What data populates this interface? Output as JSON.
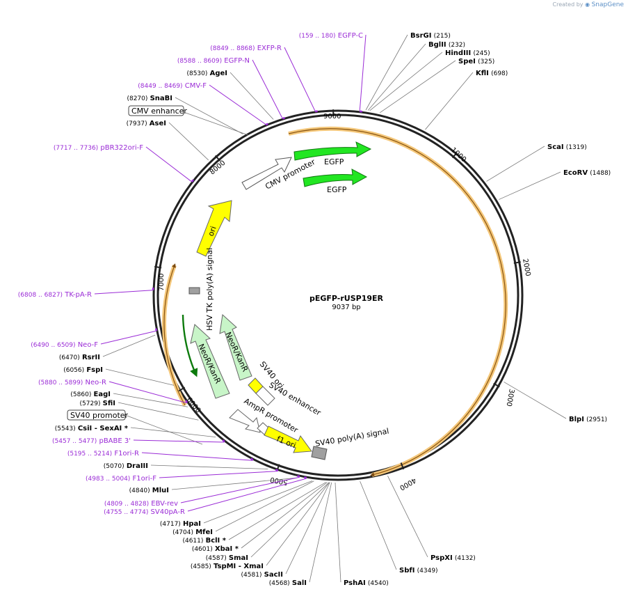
{
  "header": {
    "created_by": "Created by",
    "brand": "SnapGene"
  },
  "plasmid": {
    "name": "pEGFP-rUSP19ER",
    "length": 9037,
    "length_label": "9037 bp"
  },
  "colors": {
    "backbone": "#222222",
    "feature_highlight": "#f4c77a",
    "primer": "#9a2bd6",
    "enzyme_line": "#777777",
    "egfp": "#22e622",
    "ori": "#ffff00",
    "neo": "#c8f5c8",
    "promoter": "#ffffff",
    "polya": "#a0a0a0"
  },
  "ticks": [
    {
      "bp": 1000,
      "label": "1000"
    },
    {
      "bp": 2000,
      "label": "2000"
    },
    {
      "bp": 3000,
      "label": "3000"
    },
    {
      "bp": 4000,
      "label": "4000"
    },
    {
      "bp": 5000,
      "label": "5000"
    },
    {
      "bp": 6000,
      "label": "6000"
    },
    {
      "bp": 7000,
      "label": "7000"
    },
    {
      "bp": 8000,
      "label": "8000"
    },
    {
      "bp": 9000,
      "label": "9000"
    }
  ],
  "enzymes": [
    {
      "name": "BsrGI",
      "pos": "(215)",
      "tag": ""
    },
    {
      "name": "BglII",
      "pos": "(232)",
      "tag": ""
    },
    {
      "name": "HindIII",
      "pos": "(245)",
      "tag": ""
    },
    {
      "name": "SpeI",
      "pos": "(325)",
      "tag": ""
    },
    {
      "name": "KflI",
      "pos": "(698)",
      "tag": ""
    },
    {
      "name": "ScaI",
      "pos": "(1319)",
      "tag": ""
    },
    {
      "name": "EcoRV",
      "pos": "(1488)",
      "tag": ""
    },
    {
      "name": "BlpI",
      "pos": "(2951)",
      "tag": ""
    },
    {
      "name": "PspXI",
      "pos": "(4132)",
      "tag": ""
    },
    {
      "name": "SbfI",
      "pos": "(4349)",
      "tag": ""
    },
    {
      "name": "PshAI",
      "pos": "(4540)",
      "tag": ""
    },
    {
      "name": "SalI",
      "pos": "(4568)",
      "tag": ""
    },
    {
      "name": "SacII",
      "pos": "(4581)",
      "tag": ""
    },
    {
      "name": "TspMI - XmaI",
      "pos": "(4585)",
      "tag": ""
    },
    {
      "name": "SmaI",
      "pos": "(4587)",
      "tag": ""
    },
    {
      "name": "XbaI *",
      "pos": "(4601)",
      "tag": ""
    },
    {
      "name": "BclI *",
      "pos": "(4611)",
      "tag": ""
    },
    {
      "name": "MfeI",
      "pos": "(4704)",
      "tag": ""
    },
    {
      "name": "HpaI",
      "pos": "(4717)",
      "tag": ""
    },
    {
      "name": "MluI",
      "pos": "(4840)",
      "tag": ""
    },
    {
      "name": "DraIII",
      "pos": "(5070)",
      "tag": ""
    },
    {
      "name": "CsiI - SexAI *",
      "pos": "(5543)",
      "tag": ""
    },
    {
      "name": "SfiI",
      "pos": "(5729)",
      "tag": ""
    },
    {
      "name": "EagI",
      "pos": "(5860)",
      "tag": ""
    },
    {
      "name": "FspI",
      "pos": "(6056)",
      "tag": ""
    },
    {
      "name": "RsrII",
      "pos": "(6470)",
      "tag": ""
    },
    {
      "name": "AseI",
      "pos": "(7937)",
      "tag": ""
    },
    {
      "name": "SnaBI",
      "pos": "(8270)",
      "tag": ""
    },
    {
      "name": "AgeI",
      "pos": "(8530)",
      "tag": ""
    }
  ],
  "primers": [
    {
      "name": "EGFP-C",
      "range": "(159 .. 180)"
    },
    {
      "name": "EXFP-R",
      "range": "(8849 .. 8868)"
    },
    {
      "name": "EGFP-N",
      "range": "(8588 .. 8609)"
    },
    {
      "name": "CMV-F",
      "range": "(8449 .. 8469)"
    },
    {
      "name": "pBR322ori-F",
      "range": "(7717 .. 7736)"
    },
    {
      "name": "TK-pA-R",
      "range": "(6808 .. 6827)"
    },
    {
      "name": "Neo-F",
      "range": "(6490 .. 6509)"
    },
    {
      "name": "Neo-R",
      "range": "(5880 .. 5899)"
    },
    {
      "name": "pBABE 3'",
      "range": "(5457 .. 5477)"
    },
    {
      "name": "F1ori-R",
      "range": "(5195 .. 5214)"
    },
    {
      "name": "F1ori-F",
      "range": "(4983 .. 5004)"
    },
    {
      "name": "EBV-rev",
      "range": "(4809 .. 4828)"
    },
    {
      "name": "SV40pA-R",
      "range": "(4755 .. 4774)"
    }
  ],
  "boxed_labels": [
    {
      "name": "CMV enhancer"
    },
    {
      "name": "SV40 promoter"
    }
  ],
  "features": [
    {
      "name": "CMV promoter",
      "type": "promoter"
    },
    {
      "name": "EGFP",
      "type": "cds"
    },
    {
      "name": "EGFP",
      "type": "cds"
    },
    {
      "name": "ori",
      "type": "ori"
    },
    {
      "name": "HSV TK poly(A) signal",
      "type": "polya"
    },
    {
      "name": "NeoR/KanR",
      "type": "cds"
    },
    {
      "name": "NeoR/KanR",
      "type": "cds"
    },
    {
      "name": "SV40 ori",
      "type": "ori"
    },
    {
      "name": "SV40 enhancer",
      "type": "enhancer"
    },
    {
      "name": "AmpR promoter",
      "type": "promoter"
    },
    {
      "name": "f1 ori",
      "type": "ori"
    },
    {
      "name": "SV40 poly(A) signal",
      "type": "polya"
    }
  ]
}
